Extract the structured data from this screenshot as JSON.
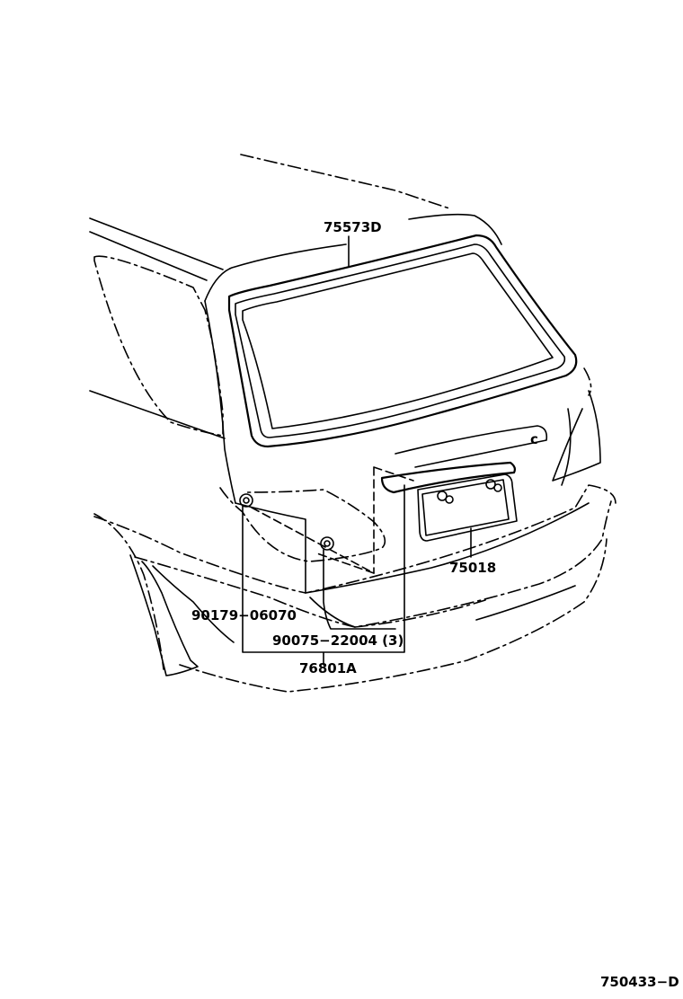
{
  "parts": [
    {
      "id": "75573D",
      "label": "75573D"
    },
    {
      "id": "75018",
      "label": "75018"
    },
    {
      "id": "90179-06070",
      "label": "90179−06070"
    },
    {
      "id": "90075-22004",
      "label": "90075−22004 (3)"
    },
    {
      "id": "76801A",
      "label": "76801A"
    }
  ],
  "emblem_letter": "c",
  "diagram_code": "750433−D"
}
